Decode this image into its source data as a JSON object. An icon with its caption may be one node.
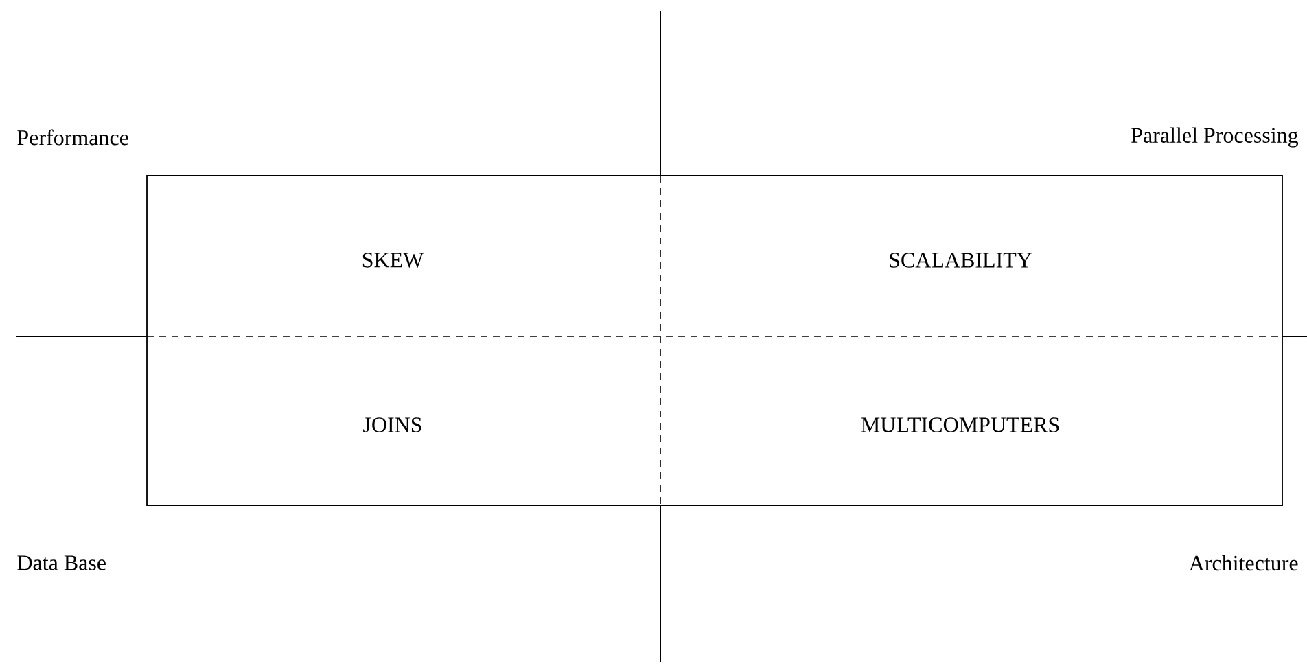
{
  "diagram": {
    "nodes": [
      {
        "text": [],
        "shape": "box"
      },
      {
        "text": [
          "SKEW"
        ],
        "in": 0
      },
      {
        "text": [
          "SCALABILITY"
        ],
        "in": 0
      },
      {
        "text": [
          "JOINS"
        ],
        "in": 0
      },
      {
        "text": [
          "MULTICOMPUTERS"
        ],
        "in": 0
      }
    ],
    "labels": [
      "Performance",
      "Parallel Processing",
      "Data Base",
      "Architecture"
    ]
  }
}
